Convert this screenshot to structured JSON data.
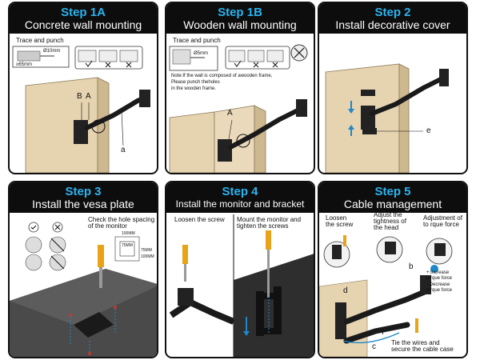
{
  "panels": [
    {
      "step": "Step 1A",
      "title": "Concrete wall mounting",
      "trace": "Trace and punch",
      "diam": "Ø10mm",
      "depth": "≥65mm",
      "letters": [
        "B",
        "A",
        "a"
      ]
    },
    {
      "step": "Step 1B",
      "title": "Wooden wall mounting",
      "trace": "Trace and punch",
      "diam": "Ø5mm",
      "note": [
        "Note:If the wall is composed of awooden frame,",
        "Please punch theholes",
        "in the wooden frame."
      ],
      "letters": [
        "A"
      ]
    },
    {
      "step": "Step 2",
      "title": "Install decorative cover",
      "letters": [
        "e"
      ]
    },
    {
      "step": "Step 3",
      "title": "Install the vesa plate",
      "hole_text": [
        "Check the hole spacing",
        "of the monitor"
      ],
      "spacing": [
        "100MM",
        "75MM",
        "75MM",
        "100MM"
      ]
    },
    {
      "step": "Step 4",
      "title": "Install the monitor and bracket",
      "loosen": "Loosen the screw",
      "mount": [
        "Mount the monitor and",
        "tighten the screws"
      ]
    },
    {
      "step": "Step 5",
      "title": "Cable management",
      "loosen": [
        "Loosen",
        "the screw"
      ],
      "adjust_head": [
        "Adjust the",
        "tightness of",
        "the head"
      ],
      "adjust_force": [
        "Adjustment of",
        "to rque force"
      ],
      "increase": [
        "+:Increase",
        "torque force"
      ],
      "decrease": [
        "-:Decrease",
        "torque force"
      ],
      "tie": [
        "Tie the wires and",
        "secure the cable case"
      ],
      "letters": [
        "d",
        "c",
        "f",
        "b"
      ]
    }
  ],
  "colors": {
    "header_bg": "#0d0d0d",
    "step_text": "#2ab4f0",
    "wood": "#e6d3b0",
    "arm": "#1a1a1a",
    "accent": "#1e88c8",
    "screwdriver": "#e8a317"
  }
}
